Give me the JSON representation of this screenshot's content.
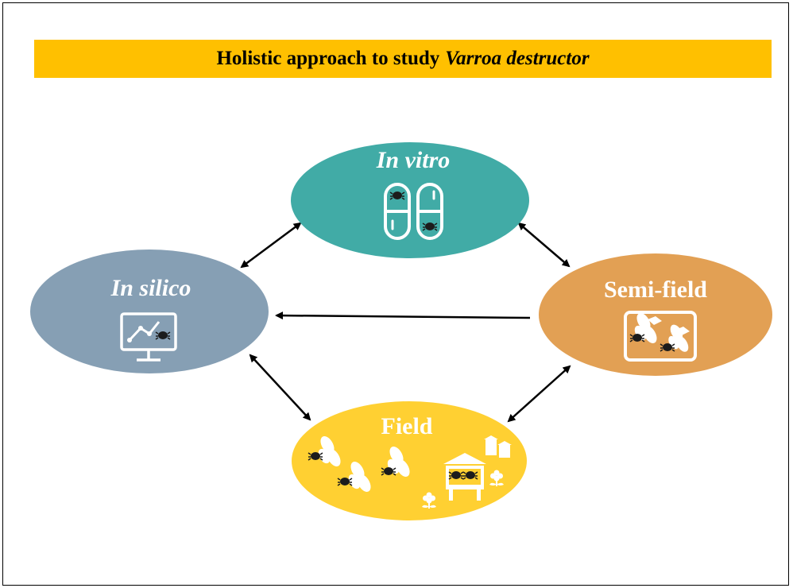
{
  "title": {
    "prefix": "Holistic approach to study",
    "species": "Varroa destructor"
  },
  "nodes": {
    "in_vitro": {
      "label": "In vitro",
      "color": "#41aba6",
      "icon": "capsule-mite-icon"
    },
    "in_silico": {
      "label": "In silico",
      "color": "#869fb4",
      "icon": "monitor-chart-icon"
    },
    "semi_field": {
      "label": "Semi-field",
      "color": "#e2a054",
      "icon": "cage-bee-icon"
    },
    "field": {
      "label": "Field",
      "color": "#ffd032",
      "icon": "bees-hives-flowers-icon"
    }
  },
  "colors": {
    "banner": "#ffc000",
    "arrow": "#000000",
    "mite": "#1c1c1c"
  }
}
